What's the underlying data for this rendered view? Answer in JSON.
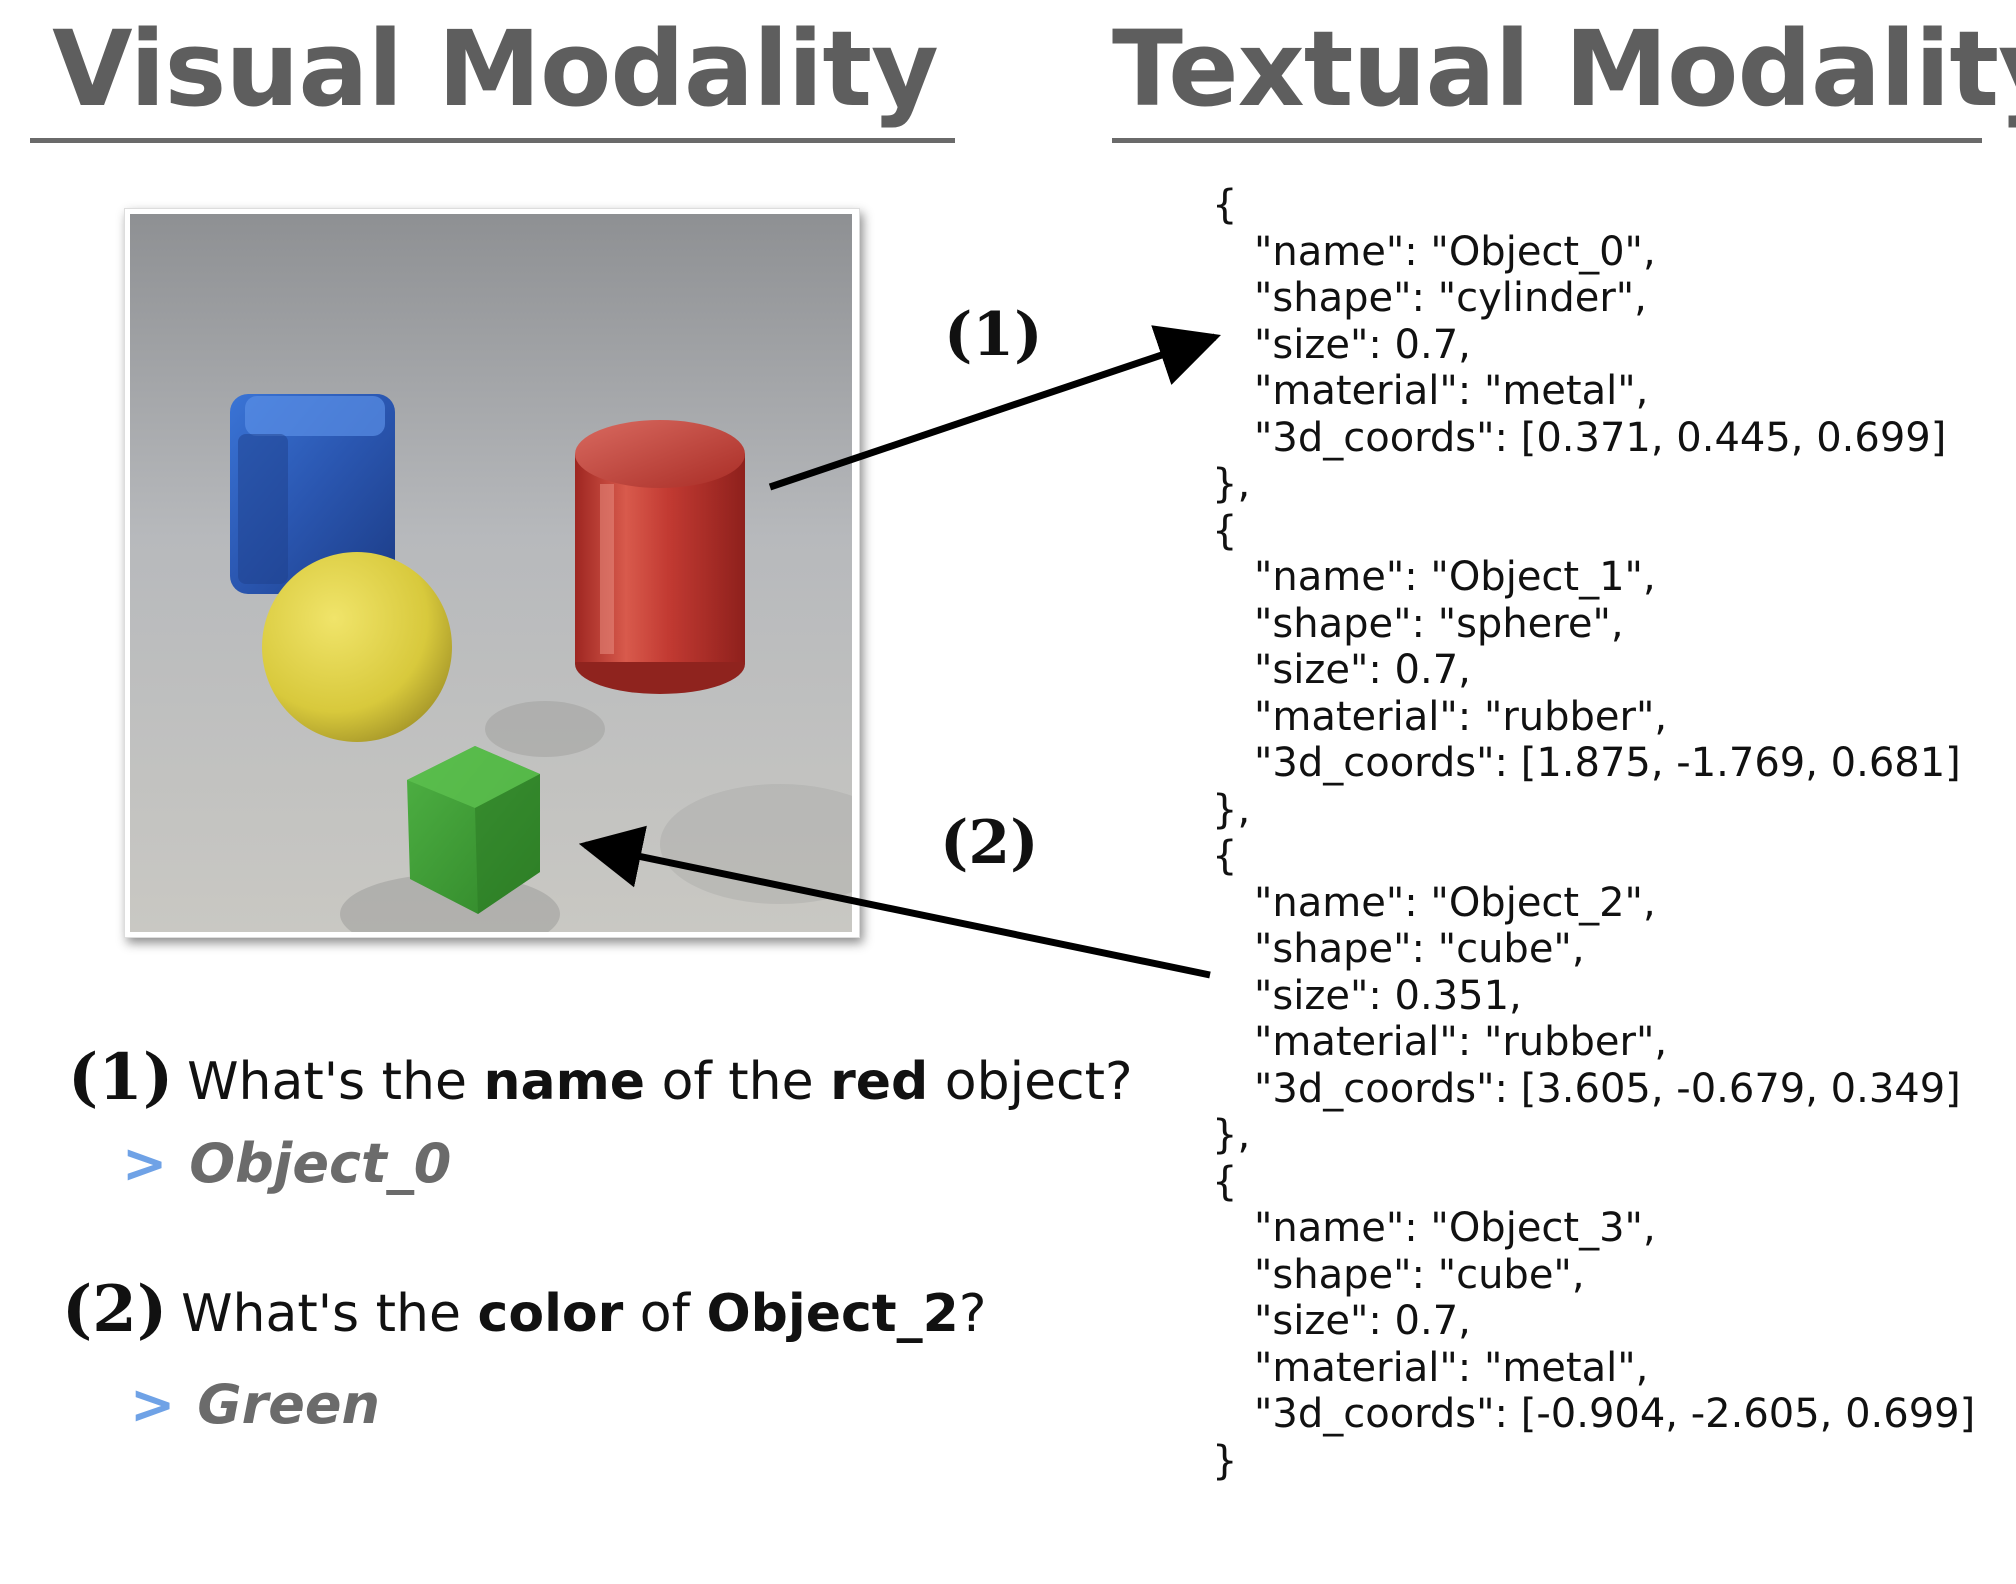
{
  "headings": {
    "visual": "Visual Modality",
    "textual": "Textual Modality"
  },
  "arrow_labels": {
    "first": "(1)",
    "second": "(2)"
  },
  "json_lines": [
    "{",
    "\"name\": \"Object_0\",",
    "\"shape\": \"cylinder\",",
    "\"size\": 0.7,",
    "\"material\": \"metal\",",
    "\"3d_coords\": [0.371, 0.445, 0.699]",
    "},",
    "{",
    "\"name\": \"Object_1\",",
    "\"shape\": \"sphere\",",
    "\"size\": 0.7,",
    "\"material\": \"rubber\",",
    "\"3d_coords\": [1.875, -1.769, 0.681]",
    "},",
    "{",
    "\"name\": \"Object_2\",",
    "\"shape\": \"cube\",",
    "\"size\": 0.351,",
    "\"material\": \"rubber\",",
    "\"3d_coords\": [3.605, -0.679, 0.349]",
    "},",
    "{",
    "\"name\": \"Object_3\",",
    "\"shape\": \"cube\",",
    "\"size\": 0.7,",
    "\"material\": \"metal\",",
    "\"3d_coords\": [-0.904, -2.605, 0.699]",
    "}"
  ],
  "qa": [
    {
      "number": "(1)",
      "question_parts": [
        "What's the ",
        "name",
        " of the ",
        "red",
        " object?"
      ],
      "answer_marker": ">",
      "answer": "Object_0"
    },
    {
      "number": "(2)",
      "question_parts": [
        "What's the ",
        "color",
        " of ",
        "Object_2",
        "?"
      ],
      "answer_marker": ">",
      "answer": "Green"
    }
  ],
  "colors": {
    "heading": "#5e5e5e",
    "answer_text": "#6b6b6b",
    "answer_marker": "#6fa2e6",
    "cube_blue": "#2f5fb8",
    "sphere_yellow": "#e0d040",
    "cylinder_red": "#c83a33",
    "cube_green": "#3c9a34"
  }
}
